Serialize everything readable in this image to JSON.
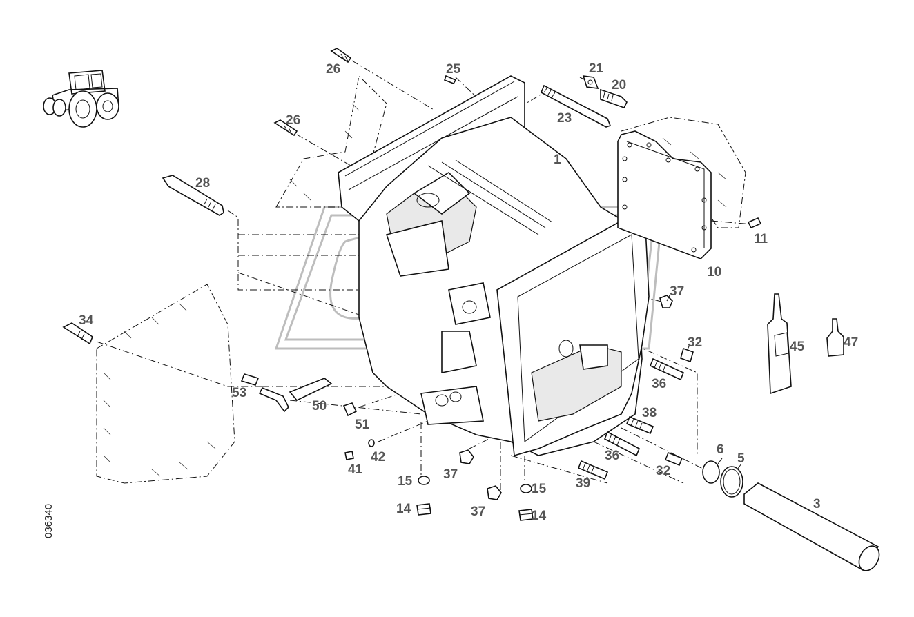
{
  "diagram": {
    "drawing_number": "036340",
    "labels": [
      {
        "id": "lbl-26a",
        "text": "26"
      },
      {
        "id": "lbl-25",
        "text": "25"
      },
      {
        "id": "lbl-21",
        "text": "21"
      },
      {
        "id": "lbl-20",
        "text": "20"
      },
      {
        "id": "lbl-23",
        "text": "23"
      },
      {
        "id": "lbl-26b",
        "text": "26"
      },
      {
        "id": "lbl-1",
        "text": "1"
      },
      {
        "id": "lbl-28",
        "text": "28"
      },
      {
        "id": "lbl-11",
        "text": "11"
      },
      {
        "id": "lbl-10",
        "text": "10"
      },
      {
        "id": "lbl-37a",
        "text": "37"
      },
      {
        "id": "lbl-34",
        "text": "34"
      },
      {
        "id": "lbl-32a",
        "text": "32"
      },
      {
        "id": "lbl-45",
        "text": "45"
      },
      {
        "id": "lbl-47",
        "text": "47"
      },
      {
        "id": "lbl-36a",
        "text": "36"
      },
      {
        "id": "lbl-53",
        "text": "53"
      },
      {
        "id": "lbl-50",
        "text": "50"
      },
      {
        "id": "lbl-38",
        "text": "38"
      },
      {
        "id": "lbl-51",
        "text": "51"
      },
      {
        "id": "lbl-6",
        "text": "6"
      },
      {
        "id": "lbl-5",
        "text": "5"
      },
      {
        "id": "lbl-36b",
        "text": "36"
      },
      {
        "id": "lbl-42",
        "text": "42"
      },
      {
        "id": "lbl-32b",
        "text": "32"
      },
      {
        "id": "lbl-41",
        "text": "41"
      },
      {
        "id": "lbl-37b",
        "text": "37"
      },
      {
        "id": "lbl-15a",
        "text": "15"
      },
      {
        "id": "lbl-39",
        "text": "39"
      },
      {
        "id": "lbl-15b",
        "text": "15"
      },
      {
        "id": "lbl-3",
        "text": "3"
      },
      {
        "id": "lbl-14a",
        "text": "14"
      },
      {
        "id": "lbl-37c",
        "text": "37"
      },
      {
        "id": "lbl-14b",
        "text": "14"
      }
    ]
  }
}
